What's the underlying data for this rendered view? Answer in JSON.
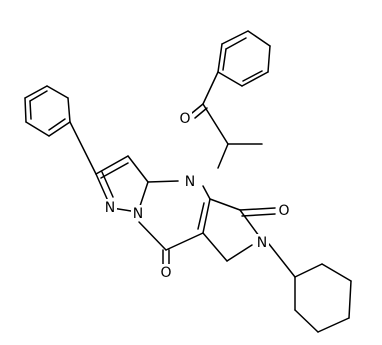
{
  "molecule": {
    "atoms": [
      {
        "id": "O_ketone",
        "text": "O"
      },
      {
        "id": "N_pyrrole",
        "text": "N"
      },
      {
        "id": "N_bridge",
        "text": "N"
      },
      {
        "id": "N_pyrazole",
        "text": "N"
      },
      {
        "id": "N_amide",
        "text": "N"
      },
      {
        "id": "O_lactam",
        "text": "O"
      },
      {
        "id": "O_pyrimidinone",
        "text": "O"
      }
    ]
  },
  "colors": {
    "bond": "#000000",
    "label": "#000000",
    "background": "#ffffff"
  }
}
